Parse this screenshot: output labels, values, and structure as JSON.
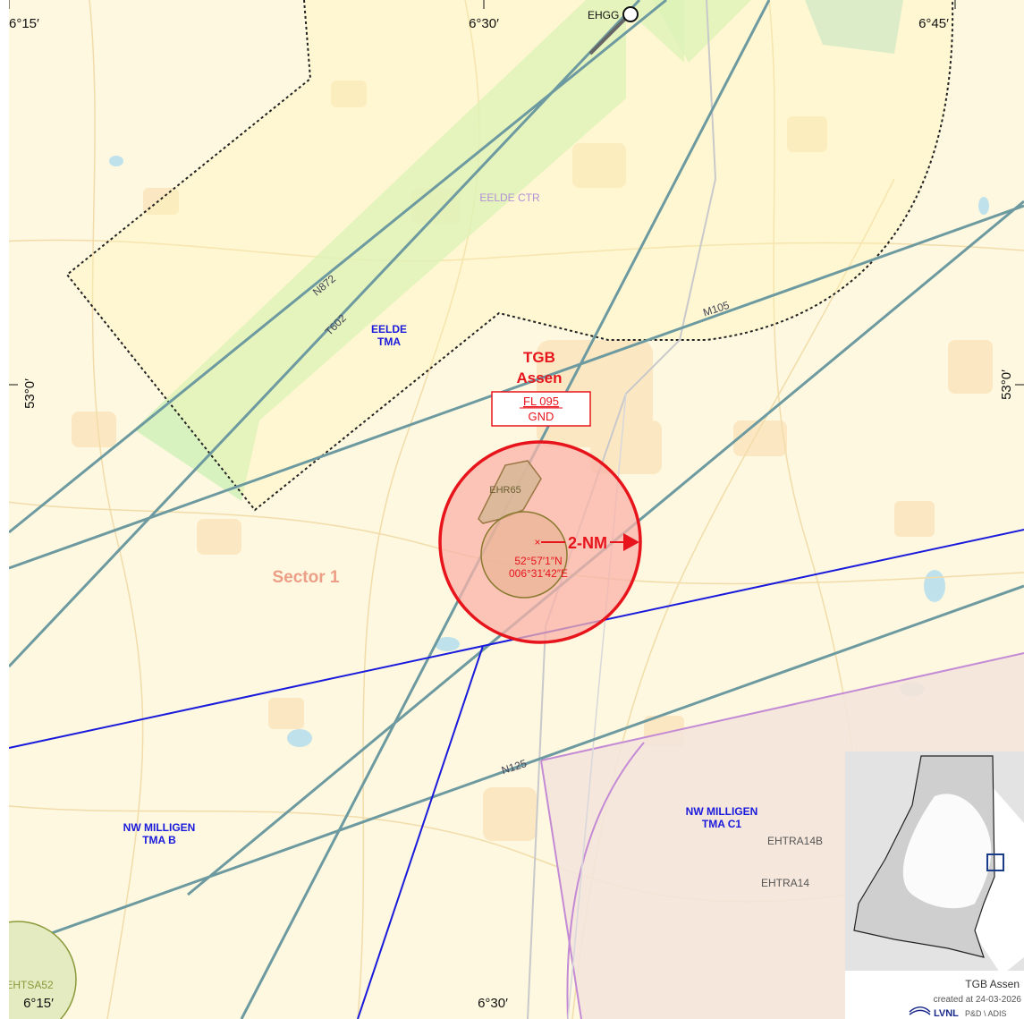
{
  "coordinates": {
    "top_left": "6°15′",
    "top_mid": "6°30′",
    "top_right": "6°45′",
    "left_lat": "53°0′",
    "right_lat": "53°0′",
    "bottom_left": "6°15′",
    "bottom_mid": "6°30′"
  },
  "airport": {
    "code": "EHGG"
  },
  "airspaces": {
    "eelde_ctr": "EELDE CTR",
    "eelde_tma_line1": "EELDE",
    "eelde_tma_line2": "TMA",
    "milligen_b_line1": "NW MILLIGEN",
    "milligen_b_line2": "TMA B",
    "milligen_c1_line1": "NW MILLIGEN",
    "milligen_c1_line2": "TMA C1",
    "ehtra14b": "EHTRA14B",
    "ehtra14": "EHTRA14",
    "ehtsa52": "EHTSA52",
    "ehr65": "EHR65",
    "sector": "Sector 1"
  },
  "routes": {
    "n872": "N872",
    "t602": "T602",
    "m105": "M105",
    "n125": "N125"
  },
  "tgb": {
    "name_line1": "TGB",
    "name_line2": "Assen",
    "upper_limit": "FL 095",
    "lower_limit": "GND",
    "radius_label": "2-NM",
    "lat": "52°57′1″N",
    "lon": "006°31′42″E"
  },
  "inset": {
    "title": "TGB Assen",
    "created": "created at 24-03-2026",
    "org": "LVNL",
    "dept": "P&D \\ ADIS"
  },
  "colors": {
    "map_bg": "#fdf8df",
    "ctr_fill": "#c9f0b4",
    "route_line": "#6d9aa0",
    "blue_line": "#1a1adc",
    "tgb_red": "#e8141c",
    "tgb_fill": "#f9b3aa",
    "restricted_fill": "#f4e4da",
    "restricted_line": "#c48ad6"
  }
}
